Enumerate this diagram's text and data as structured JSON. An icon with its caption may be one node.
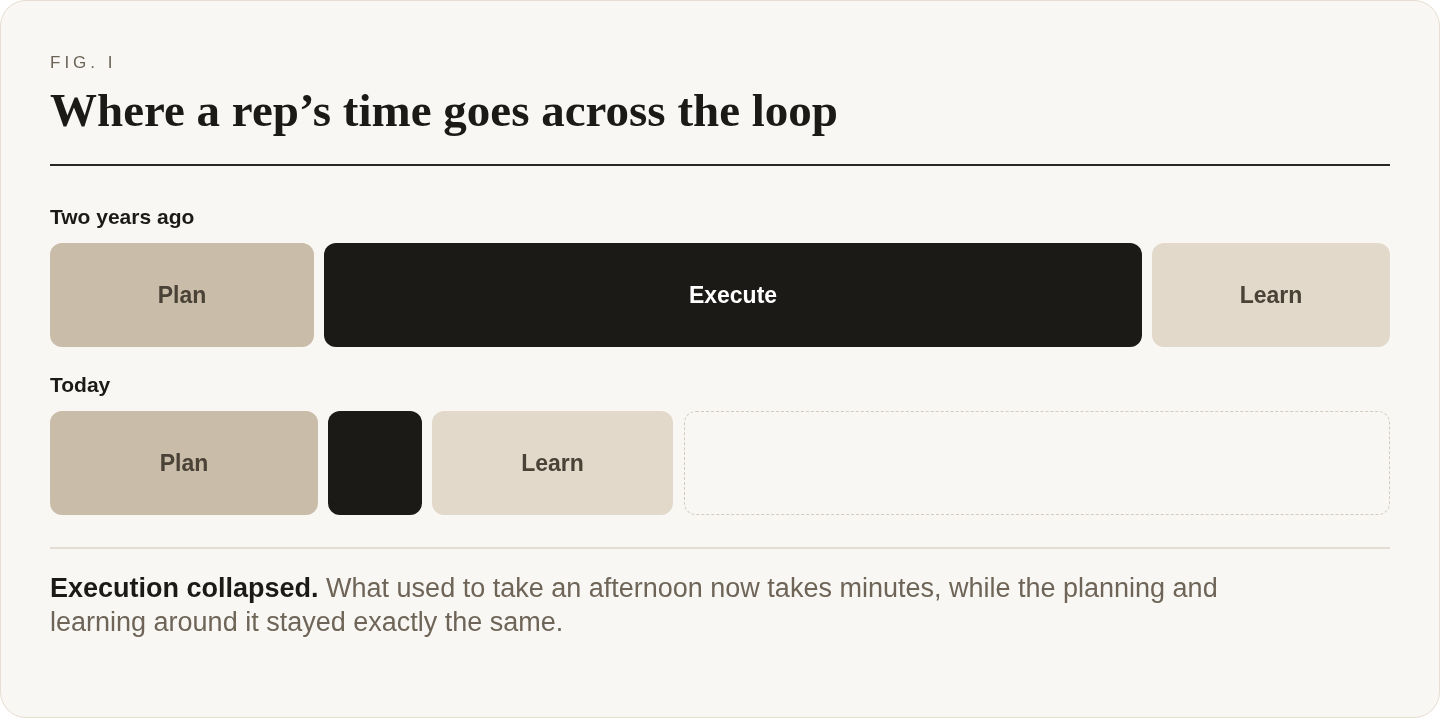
{
  "diagram": {
    "title": "Where a rep’s time goes across the loop",
    "caption": "**Execution collapsed.** What used to take an afternoon now takes minutes, while the planning and learning around it stayed exactly the same.",
    "nodes": [
      {
        "text": [
          "Plan"
        ]
      },
      {
        "text": [
          "Execute"
        ]
      },
      {
        "text": [
          "Learn"
        ]
      },
      {
        "text": [
          "Plan"
        ]
      },
      {
        "text": [],
        "shape": "box"
      },
      {
        "text": [
          "Learn"
        ]
      },
      {
        "text": [],
        "shape": "box"
      }
    ],
    "labels": [
      "FIG. I",
      "Two years ago",
      "Today"
    ]
  }
}
